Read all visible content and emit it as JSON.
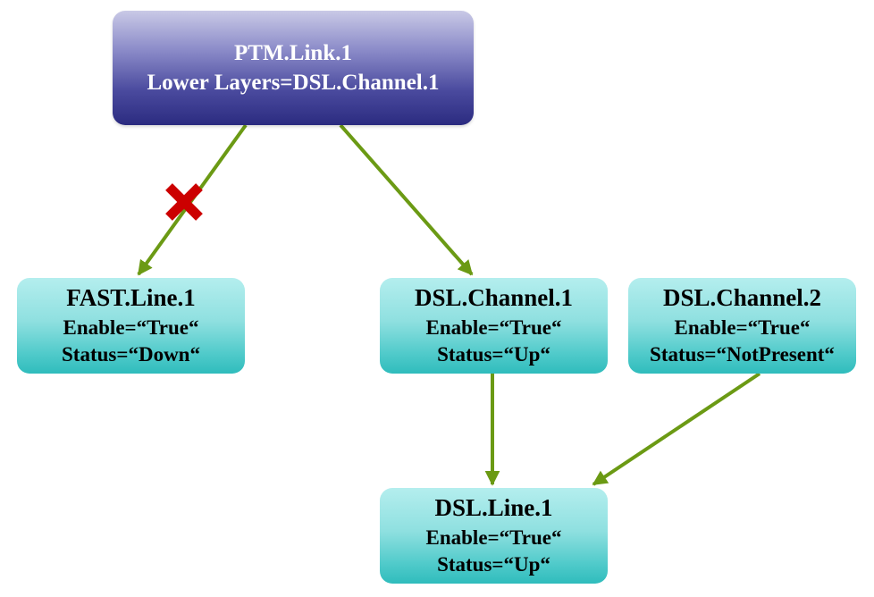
{
  "nodes": {
    "ptm_link": {
      "title": "PTM.Link.1",
      "line1": "Lower Layers=DSL.Channel.1"
    },
    "fast_line": {
      "title": "FAST.Line.1",
      "line1": "Enable=“True“",
      "line2": "Status=“Down“"
    },
    "dsl_channel_1": {
      "title": "DSL.Channel.1",
      "line1": "Enable=“True“",
      "line2": "Status=“Up“"
    },
    "dsl_channel_2": {
      "title": "DSL.Channel.2",
      "line1": "Enable=“True“",
      "line2": "Status=“NotPresent“"
    },
    "dsl_line": {
      "title": "DSL.Line.1",
      "line1": "Enable=“True“",
      "line2": "Status=“Up“"
    }
  },
  "edges": [
    {
      "from": "ptm_link",
      "to": "fast_line",
      "broken": true
    },
    {
      "from": "ptm_link",
      "to": "dsl_channel_1",
      "broken": false
    },
    {
      "from": "dsl_channel_1",
      "to": "dsl_line",
      "broken": false
    },
    {
      "from": "dsl_channel_2",
      "to": "dsl_line",
      "broken": false
    }
  ],
  "colors": {
    "edge": "#6b9a14",
    "broken_mark": "#cc0000"
  }
}
